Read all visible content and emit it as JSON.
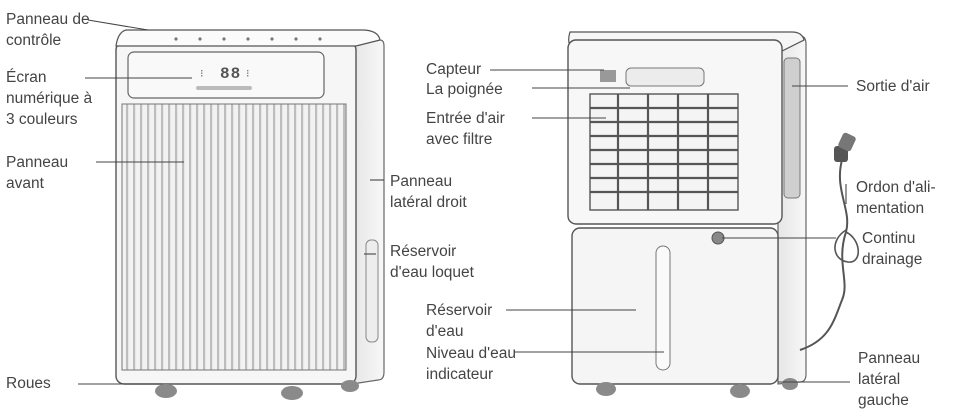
{
  "labels": {
    "control_panel": "Panneau de\ncontrôle",
    "digital_screen": "Écran\nnumérique à\n3 couleurs",
    "front_panel": "Panneau\navant",
    "right_side_panel": "Panneau\nlatéral droit",
    "tank_latch": "Réservoir\nd'eau loquet",
    "wheels": "Roues",
    "sensor": "Capteur",
    "handle": "La poignée",
    "air_inlet_filter": "Entrée d'air\navec filtre",
    "water_tank": "Réservoir\nd'eau",
    "water_level": "Niveau d'eau\nindicateur",
    "air_outlet": "Sortie d'air",
    "power_cord": "Ordon d'ali-\nmentation",
    "continuous_drain": "Continu\ndrainage",
    "left_side_panel": "Panneau\nlatéral\ngauche"
  },
  "display_digits": "88",
  "colors": {
    "text": "#444444",
    "outline": "#555555",
    "body": "#f4f4f4",
    "shadow": "#dcdcdc"
  }
}
